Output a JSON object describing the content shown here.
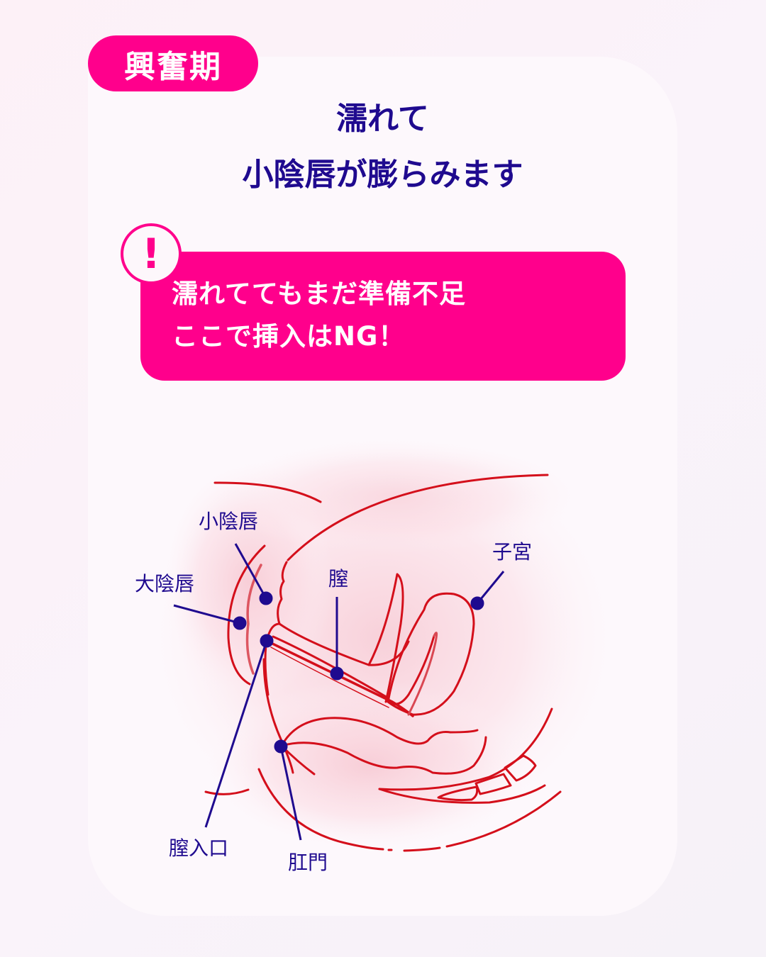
{
  "phase_badge": {
    "label": "興奮期"
  },
  "headline": {
    "line1": "濡れて",
    "line2": "小陰唇が膨らみます"
  },
  "alert": {
    "icon": "exclamation-icon",
    "icon_glyph": "!",
    "line1": "濡れててもまだ準備不足",
    "line2": "ここで挿入はNG！"
  },
  "diagram": {
    "labels": {
      "labia_minora": "小陰唇",
      "labia_majora": "大陰唇",
      "vagina": "膣",
      "uterus": "子宮",
      "vaginal_opening": "膣入口",
      "anus": "肛門"
    }
  },
  "colors": {
    "accent_pink": "#ff008c",
    "text_navy": "#1f0a8f",
    "anatomy_red": "#d40f1b",
    "card_bg": "#fdf8fc"
  }
}
